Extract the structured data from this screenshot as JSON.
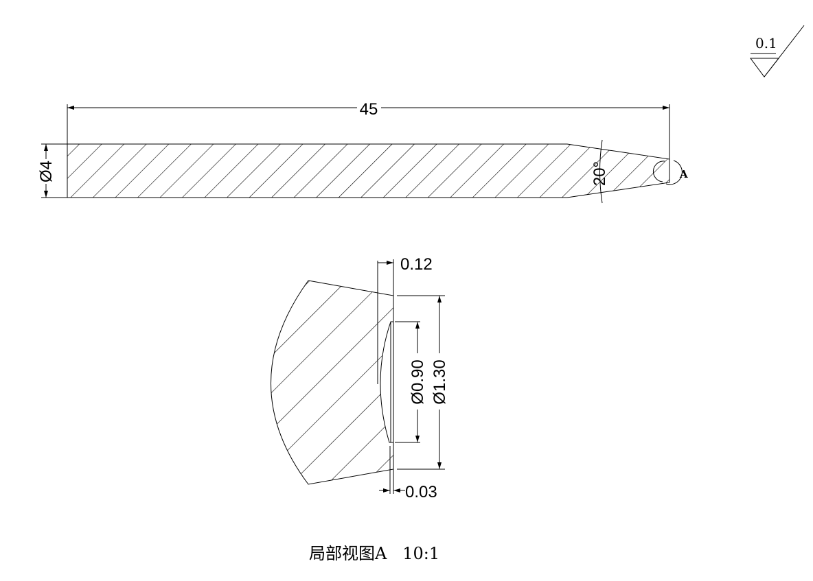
{
  "surface_roughness": {
    "value": "0.1"
  },
  "main_view": {
    "length_dim": "45",
    "diameter_dim": "Ø4",
    "angle_dim": "20°",
    "detail_marker": "A"
  },
  "detail_view": {
    "dim_depth": "0.12",
    "dim_inner_diameter": "Ø0.90",
    "dim_outer_diameter": "Ø1.30",
    "dim_recess": "0.03",
    "caption": "局部视图A   10:1"
  }
}
